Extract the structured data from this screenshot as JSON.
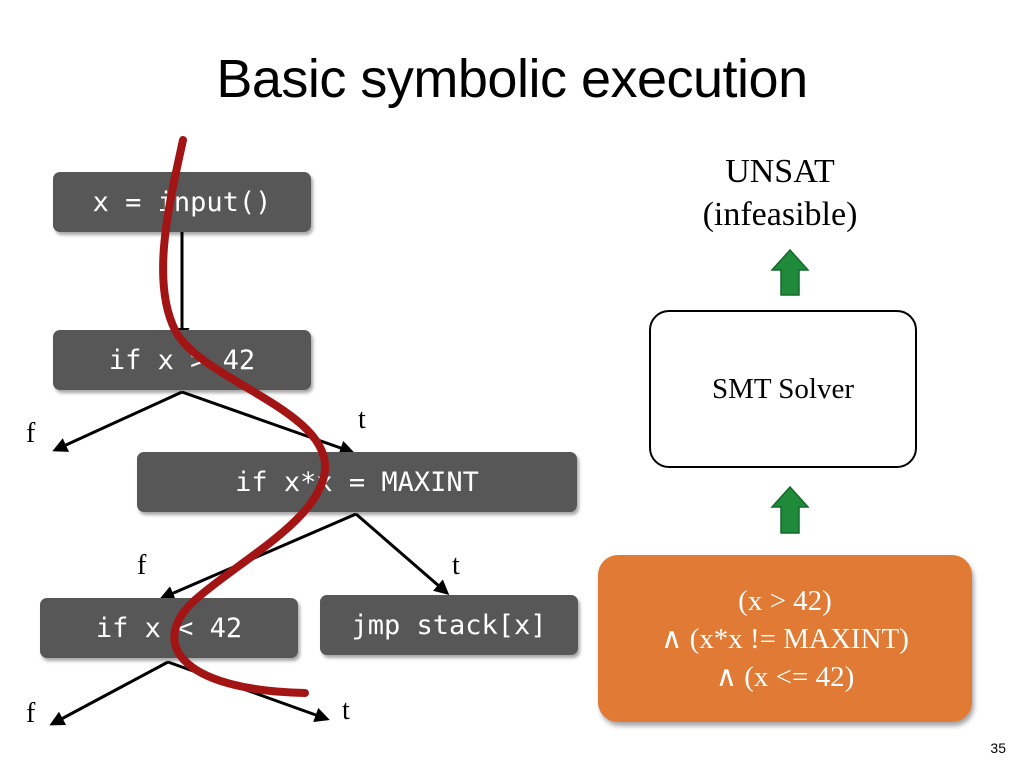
{
  "slide": {
    "title": "Basic symbolic execution",
    "page_number": "35"
  },
  "flow": {
    "nodes": [
      {
        "id": "assign",
        "code": "x = input()"
      },
      {
        "id": "branch1",
        "code": "if x > 42"
      },
      {
        "id": "branch2",
        "code": "if x*x = MAXINT"
      },
      {
        "id": "branch3",
        "code": "if x < 42"
      },
      {
        "id": "jump",
        "code": "jmp stack[x]"
      }
    ],
    "branch_labels": {
      "false": "f",
      "true": "t"
    }
  },
  "solver": {
    "result_line1": "UNSAT",
    "result_line2": "(infeasible)",
    "name": "SMT Solver",
    "constraints": [
      "(x > 42)",
      "∧ (x*x != MAXINT)",
      "∧ (x <= 42)"
    ]
  },
  "colors": {
    "code_box": "#575757",
    "path": "#a31515",
    "up_arrow": "#1f8a3a",
    "constraints_box": "#e07a34"
  }
}
